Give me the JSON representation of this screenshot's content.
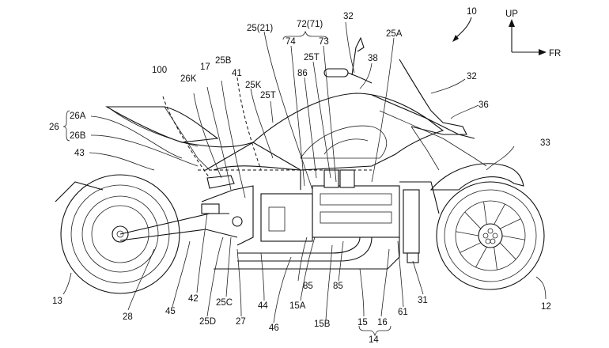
{
  "figure": {
    "title": "Three-wheeled motorcycle side view (patent drawing)",
    "direction_indicator": {
      "up": "UP",
      "front": "FR"
    },
    "vehicle_ref": "10",
    "labels": {
      "l100": "100",
      "l26": "26",
      "l26A": "26A",
      "l26B": "26B",
      "l43": "43",
      "l26K": "26K",
      "l17": "17",
      "l25B": "25B",
      "l41": "41",
      "l25K": "25K",
      "l25T_a": "25T",
      "l25_21": "25(21)",
      "l72_71": "72(71)",
      "l74": "74",
      "l73": "73",
      "l25T_b": "25T",
      "l86": "86",
      "l32_top": "32",
      "l38": "38",
      "l25A": "25A",
      "l32_right": "32",
      "l36": "36",
      "l33": "33",
      "l13": "13",
      "l28": "28",
      "l45": "45",
      "l42": "42",
      "l25D": "25D",
      "l25C": "25C",
      "l27": "27",
      "l44": "44",
      "l46": "46",
      "l85_a": "85",
      "l15A": "15A",
      "l85_b": "85",
      "l15B": "15B",
      "l15": "15",
      "l16": "16",
      "l14": "14",
      "l61": "61",
      "l31": "31",
      "l12": "12"
    }
  }
}
